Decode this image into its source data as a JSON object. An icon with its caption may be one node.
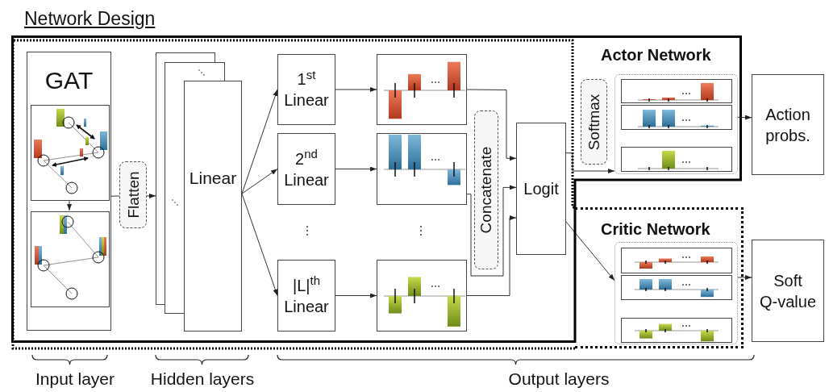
{
  "diagram": {
    "title": "Network Design",
    "nodes": [
      {
        "text": [
          "Actor Network"
        ]
      },
      {
        "text": [
          "Critic Network"
        ]
      },
      {
        "text": [
          "GAT"
        ],
        "in": 0
      },
      {
        "text": [],
        "shape": "graph",
        "in": 2
      },
      {
        "text": [],
        "shape": "graph",
        "in": 2
      },
      {
        "text": [
          "Flatten"
        ],
        "in": 0
      },
      {
        "text": [
          "Linear"
        ],
        "in": 0
      },
      {
        "text": [
          "1$^{st}$ Linear"
        ],
        "in": 0
      },
      {
        "text": [
          "2$^{nd}$ Linear"
        ],
        "in": 0
      },
      {
        "text": [
          "|L|$^{th}$ Linear"
        ],
        "in": 0
      },
      {
        "text": [],
        "shape": "chart",
        "in": 0
      },
      {
        "text": [],
        "shape": "chart",
        "in": 0
      },
      {
        "text": [],
        "shape": "chart",
        "in": 0
      },
      {
        "text": [
          "Concatenate"
        ],
        "in": 0
      },
      {
        "text": [
          "Logit"
        ],
        "in": 0
      },
      {
        "text": [
          "Softmax"
        ],
        "in": 0
      },
      {
        "text": [],
        "shape": "box",
        "in": 0
      },
      {
        "text": [],
        "shape": "chart",
        "in": 16
      },
      {
        "text": [],
        "shape": "chart",
        "in": 16
      },
      {
        "text": [],
        "shape": "chart",
        "in": 16
      },
      {
        "text": [],
        "shape": "box",
        "in": 1
      },
      {
        "text": [],
        "shape": "chart",
        "in": 20
      },
      {
        "text": [],
        "shape": "chart",
        "in": 20
      },
      {
        "text": [],
        "shape": "chart",
        "in": 20
      },
      {
        "text": [
          "Action probs."
        ]
      },
      {
        "text": [
          "Soft Q-value"
        ]
      }
    ],
    "edges": [
      {
        "from": 3,
        "to": 4,
        "arrow": "to"
      },
      {
        "from": 2,
        "to": 5,
        "arrow": "none"
      },
      {
        "from": 5,
        "to": 6,
        "arrow": "to"
      },
      {
        "from": 6,
        "to": 7,
        "arrow": "to"
      },
      {
        "from": 6,
        "to": 8,
        "arrow": "to"
      },
      {
        "from": 6,
        "to": 9,
        "arrow": "to"
      },
      {
        "from": 7,
        "to": 10,
        "arrow": "to"
      },
      {
        "from": 8,
        "to": 11,
        "arrow": "to"
      },
      {
        "from": 9,
        "to": 12,
        "arrow": "to"
      },
      {
        "from": 10,
        "to": 14,
        "arrow": "to"
      },
      {
        "from": 11,
        "to": 14,
        "arrow": "to"
      },
      {
        "from": 12,
        "to": 14,
        "arrow": "to"
      },
      {
        "from": 14,
        "to": 16,
        "arrow": "to"
      },
      {
        "from": 14,
        "to": 20,
        "arrow": "to"
      },
      {
        "from": 16,
        "to": 24,
        "arrow": "to"
      },
      {
        "from": 20,
        "to": 25,
        "arrow": "to"
      }
    ],
    "labels": [
      "Input layer",
      "Hidden layers",
      "Output layers"
    ]
  }
}
